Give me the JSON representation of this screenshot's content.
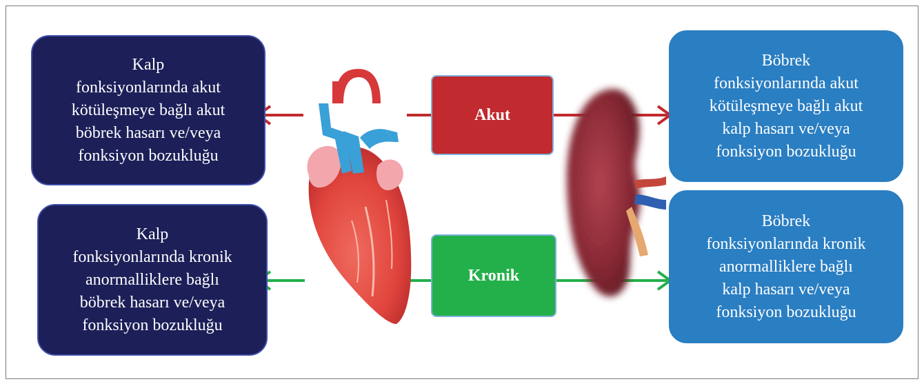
{
  "boxes": {
    "top_left": "Kalp\nfonksiyonlarında akut\nkötüleşmeye bağlı akut\nböbrek hasarı ve/veya\nfonksiyon bozukluğu",
    "bottom_left": "Kalp\nfonksiyonlarında kronik\nanormalliklere bağlı\nböbrek hasarı ve/veya\nfonksiyon bozukluğu",
    "top_right": "Böbrek\nfonksiyonlarında akut\nkötüleşmeye bağlı akut\nkalp hasarı ve/veya\nfonksiyon bozukluğu",
    "bottom_right": "Böbrek\nfonksiyonlarında kronik\nanormalliklere bağlı\nkalp hasarı ve/veya\nfonksiyon bozukluğu"
  },
  "tags": {
    "acute": "Akut",
    "chronic": "Kronik"
  },
  "colors": {
    "navy": "#1c1f58",
    "blue": "#2a7ec2",
    "acute": "#c12a2e",
    "chronic": "#23b04a"
  },
  "icons": {
    "heart": "heart-icon",
    "kidney": "kidney-icon"
  }
}
